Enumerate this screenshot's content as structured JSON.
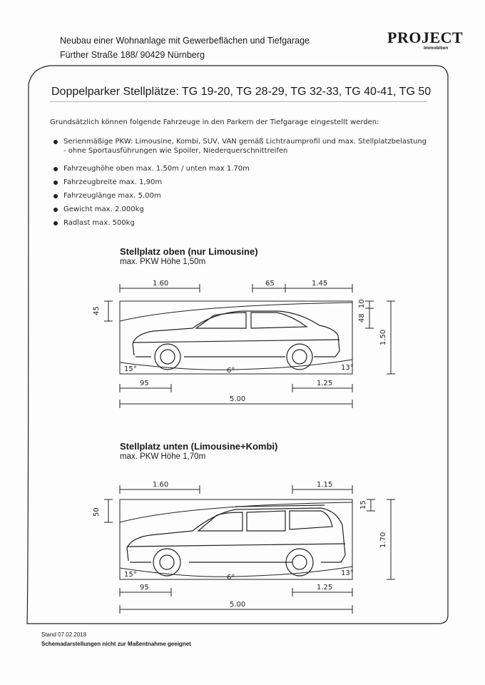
{
  "header": {
    "line1": "Neubau einer Wohnanlage mit Gewerbeflächen und Tiefgarage",
    "line2": "Fürther Straße 188/ 90429 Nürnberg",
    "logo": "PROJECT",
    "logo_sub": "Immobilien"
  },
  "title": "Doppelparker Stellplätze: TG 19-20, TG 28-29, TG 32-33, TG 40-41, TG 50",
  "intro": "Grundsätzlich können folgende Fahrzeuge in den Parkern der Tiefgarage eingestellt werden:",
  "bullets": [
    {
      "text": "Serienmäßige PKW: Limousine, Kombi, SUV, VAN gemäß Lichtraumprofil und max. Stellplatzbelastung",
      "sub": "- ohne Sportausführungen wie Spoiler, Niederquerschnittreifen"
    },
    {
      "text": "Fahrzeughöhe oben max. 1.50m / unten max 1.70m"
    },
    {
      "text": "Fahrzeugbreite max. 1,90m"
    },
    {
      "text": "Fahrzeuglänge max. 5.00m"
    },
    {
      "text": "Gewicht max. 2.000kg"
    },
    {
      "text": "Radlast max. 500kg"
    }
  ],
  "section_top": {
    "title": "Stellplatz oben (nur Limousine)",
    "subtitle": "max. PKW Höhe 1,50m",
    "dims": {
      "left_top": "1.60",
      "mid_top": "65",
      "right_top": "1.45",
      "left_height": "45",
      "right_a": "10",
      "right_b": "48",
      "right_total": "1.50",
      "bottom_left": "95",
      "bottom_right": "1.25",
      "total": "5.00",
      "angle_left": "15°",
      "angle_mid": "6°",
      "angle_right": "13°"
    }
  },
  "section_bottom": {
    "title": "Stellplatz unten (Limousine+Kombi)",
    "subtitle": "max. PKW Höhe 1,70m",
    "dims": {
      "left_top": "1.60",
      "right_top": "1.15",
      "left_height": "50",
      "right_a": "15",
      "right_total": "1.70",
      "bottom_left": "95",
      "bottom_right": "1.25",
      "total": "5.00",
      "angle_left": "15°",
      "angle_mid": "6°",
      "angle_right": "13°"
    }
  },
  "footer": {
    "stand": "Stand 07.02.2018",
    "note": "Schemadarstellungen nicht zur Maßentnahme geeignet"
  }
}
